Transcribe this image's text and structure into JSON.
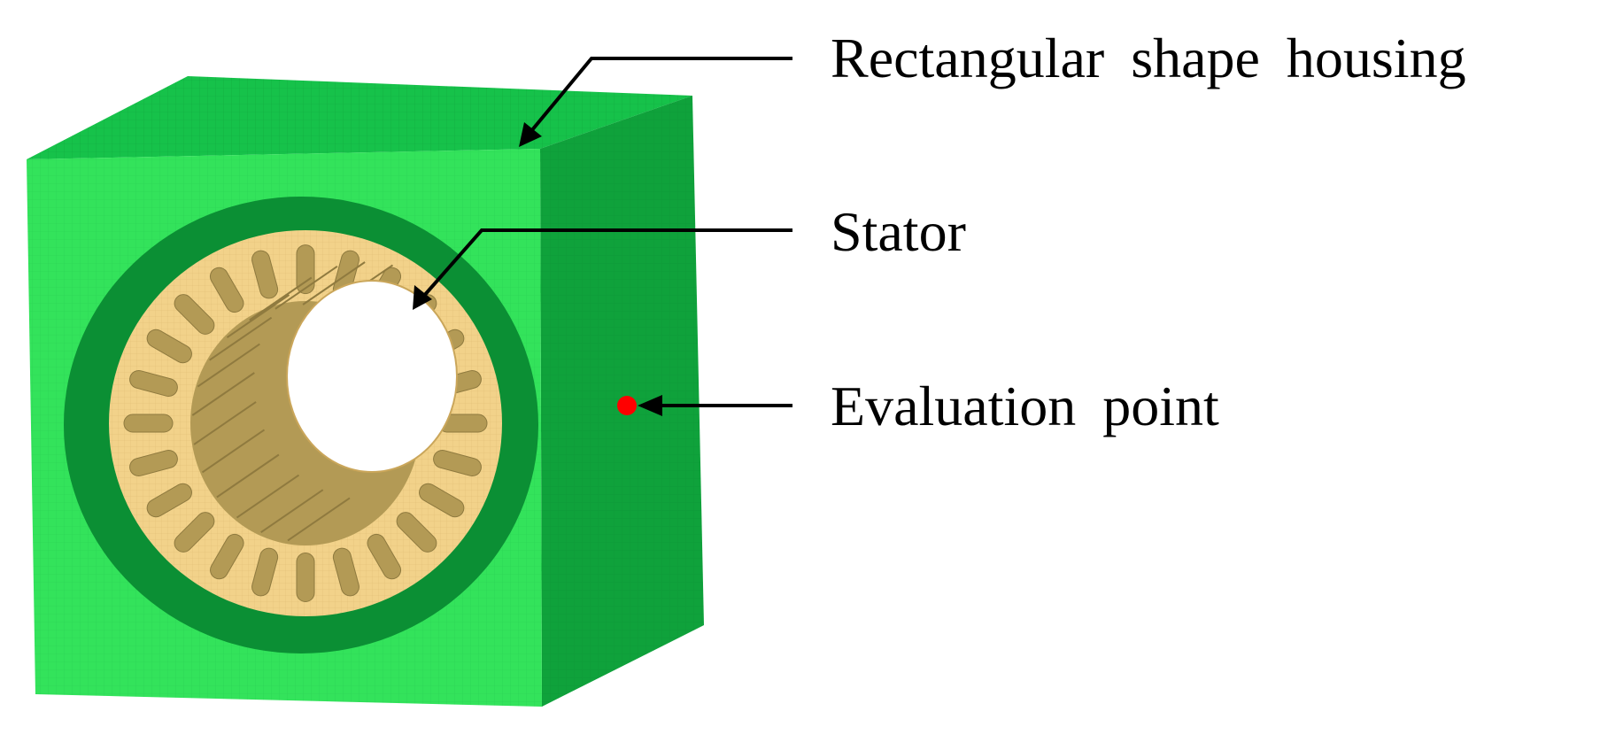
{
  "labels": {
    "housing": "Rectangular shape housing",
    "stator": "Stator",
    "evaluation_point": "Evaluation point"
  },
  "colors": {
    "housing_front": "#33e35b",
    "housing_top": "#16c24a",
    "housing_side": "#0fa23b",
    "housing_bore_shadow": "#0b8f34",
    "stator_face": "#f2d28a",
    "stator_slot": "#b39a55",
    "stator_slot_dark": "#8f7a3f",
    "evaluation_point": "#ff0000",
    "arrow": "#000000"
  },
  "stator": {
    "slot_count": 24
  }
}
